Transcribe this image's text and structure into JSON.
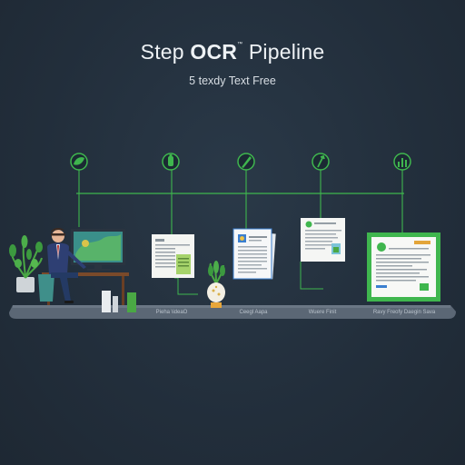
{
  "header": {
    "title_pre": "Step ",
    "title_bold": "OCR",
    "title_tm": "™",
    "title_post": " Pipeline",
    "subtitle": "5 texdy Text Free"
  },
  "steps": [
    {
      "icon": "leaf-icon"
    },
    {
      "icon": "bottle-icon"
    },
    {
      "icon": "pen-icon"
    },
    {
      "icon": "upload-icon"
    },
    {
      "icon": "bar-chart-icon"
    }
  ],
  "captions": [
    "Pieha \\ideaO",
    "Ceegl Aapa",
    "Wuere Finit",
    "Ravy Freofy Daegin Sava"
  ],
  "colors": {
    "accent": "#3fb64e",
    "background": "#243140",
    "floor": "#5b6775"
  }
}
